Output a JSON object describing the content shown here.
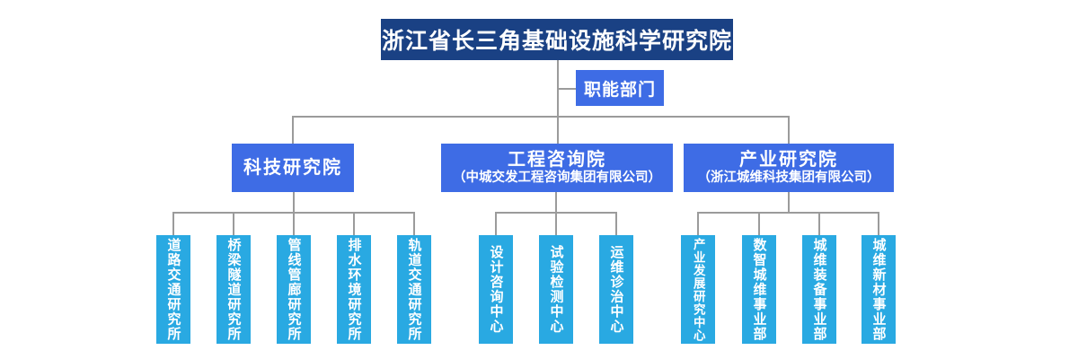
{
  "root": {
    "label": "浙江省长三角基础设施科学研究院"
  },
  "functional_dept": {
    "label": "职能部门"
  },
  "branches": [
    {
      "label": "科技研究院",
      "children": [
        "道路交通研究所",
        "桥梁隧道研究所",
        "管线管廊研究所",
        "排水环境研究所",
        "轨道交通研究所"
      ]
    },
    {
      "label": "工程咨询院",
      "subtitle": "（中城交发工程咨询集团有限公司）",
      "children": [
        "设计咨询中心",
        "试验检测中心",
        "运维诊治中心"
      ]
    },
    {
      "label": "产业研究院",
      "subtitle": "（浙江城维科技集团有限公司）",
      "children": [
        "产业发展研究中心",
        "数智城维事业部",
        "城维装备事业部",
        "城维新材事业部"
      ]
    }
  ],
  "colors": {
    "root_bg": "#1a4184",
    "branch_bg": "#3e6ce5",
    "leaf_bg": "#29a9e2",
    "line": "#9b9b9b",
    "text": "#ffffff",
    "background": "#ffffff"
  }
}
